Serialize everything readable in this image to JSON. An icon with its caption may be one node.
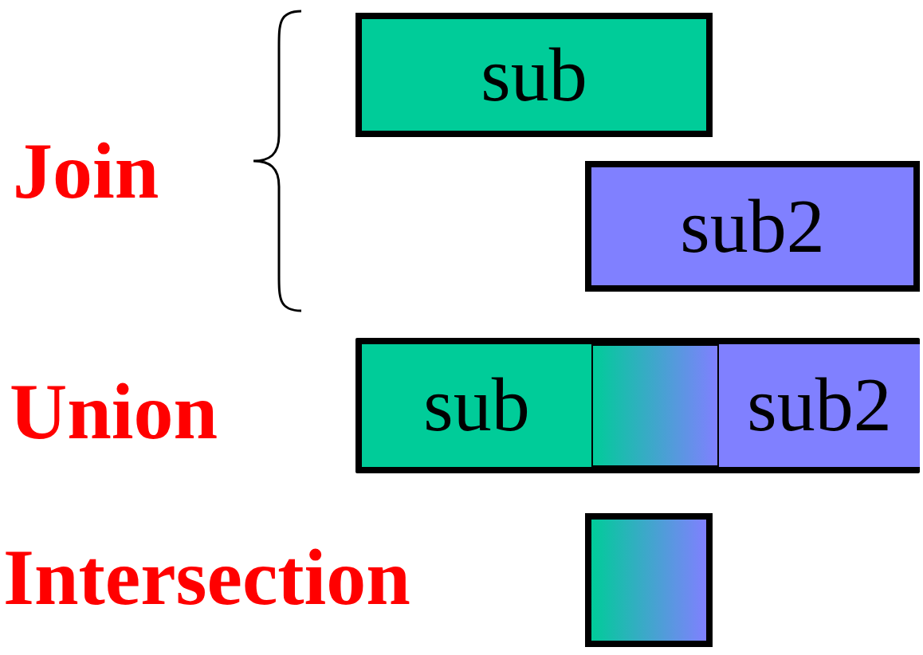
{
  "diagram": {
    "nodes": [
      {
        "text": [
          "sub"
        ]
      },
      {
        "text": [
          "sub2"
        ]
      },
      {
        "text": [],
        "shape": "bar"
      },
      {
        "text": [
          "sub"
        ],
        "in": 2
      },
      {
        "text": [],
        "shape": "box",
        "in": 2
      },
      {
        "text": [
          "sub2"
        ],
        "in": 2
      },
      {
        "text": [],
        "shape": "box"
      }
    ],
    "edges": [],
    "labels": [
      "Join",
      "Union",
      "Intersection"
    ]
  }
}
